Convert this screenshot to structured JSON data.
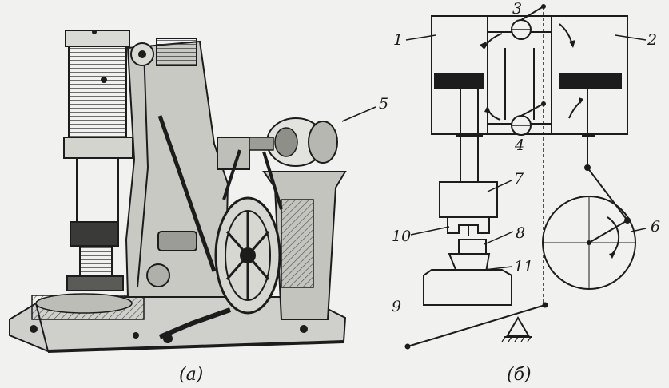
{
  "figure": {
    "captions": {
      "a": "(a)",
      "b": "(б)"
    },
    "part_labels": {
      "l1": "1",
      "l2": "2",
      "l3": "3",
      "l4": "4",
      "l5": "5",
      "l6": "6",
      "l7": "7",
      "l8": "8",
      "l9": "9",
      "l10": "10",
      "l11": "11"
    }
  }
}
